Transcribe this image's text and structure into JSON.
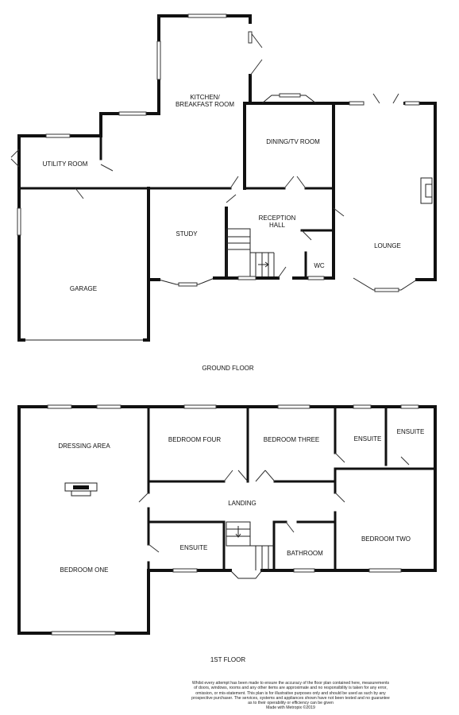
{
  "ground_floor": {
    "label": "GROUND FLOOR",
    "rooms": {
      "kitchen_line1": "KITCHEN/",
      "kitchen_line2": "BREAKFAST ROOM",
      "utility": "UTILITY ROOM",
      "dining": "DINING/TV ROOM",
      "reception_line1": "RECEPTION",
      "reception_line2": "HALL",
      "study": "STUDY",
      "lounge": "LOUNGE",
      "wc": "WC",
      "garage": "GARAGE"
    }
  },
  "first_floor": {
    "label": "1ST FLOOR",
    "rooms": {
      "dressing": "DRESSING AREA",
      "bedroom_four": "BEDROOM FOUR",
      "bedroom_three": "BEDROOM THREE",
      "ensuite_a": "ENSUITE",
      "ensuite_b": "ENSUITE",
      "landing": "LANDING",
      "ensuite_c": "ENSUITE",
      "bathroom": "BATHROOM",
      "bedroom_two": "BEDROOM TWO",
      "bedroom_one": "BEDROOM ONE"
    }
  },
  "disclaimer": {
    "lines": [
      "Whilst every attempt has been made to ensure the accuracy of the floor plan contained here, measurements",
      "of doors, windows, rooms and any other items are approximate and no responsibility is taken for any error,",
      "omission, or mis-statement. This plan is for illustrative purposes only and should be used as such by any",
      "prospective purchaser. The services, systems and appliances shown have not been tested and no guarantee",
      "as to their operability or efficiency can be given",
      "Made with Metropix ©2019"
    ]
  }
}
